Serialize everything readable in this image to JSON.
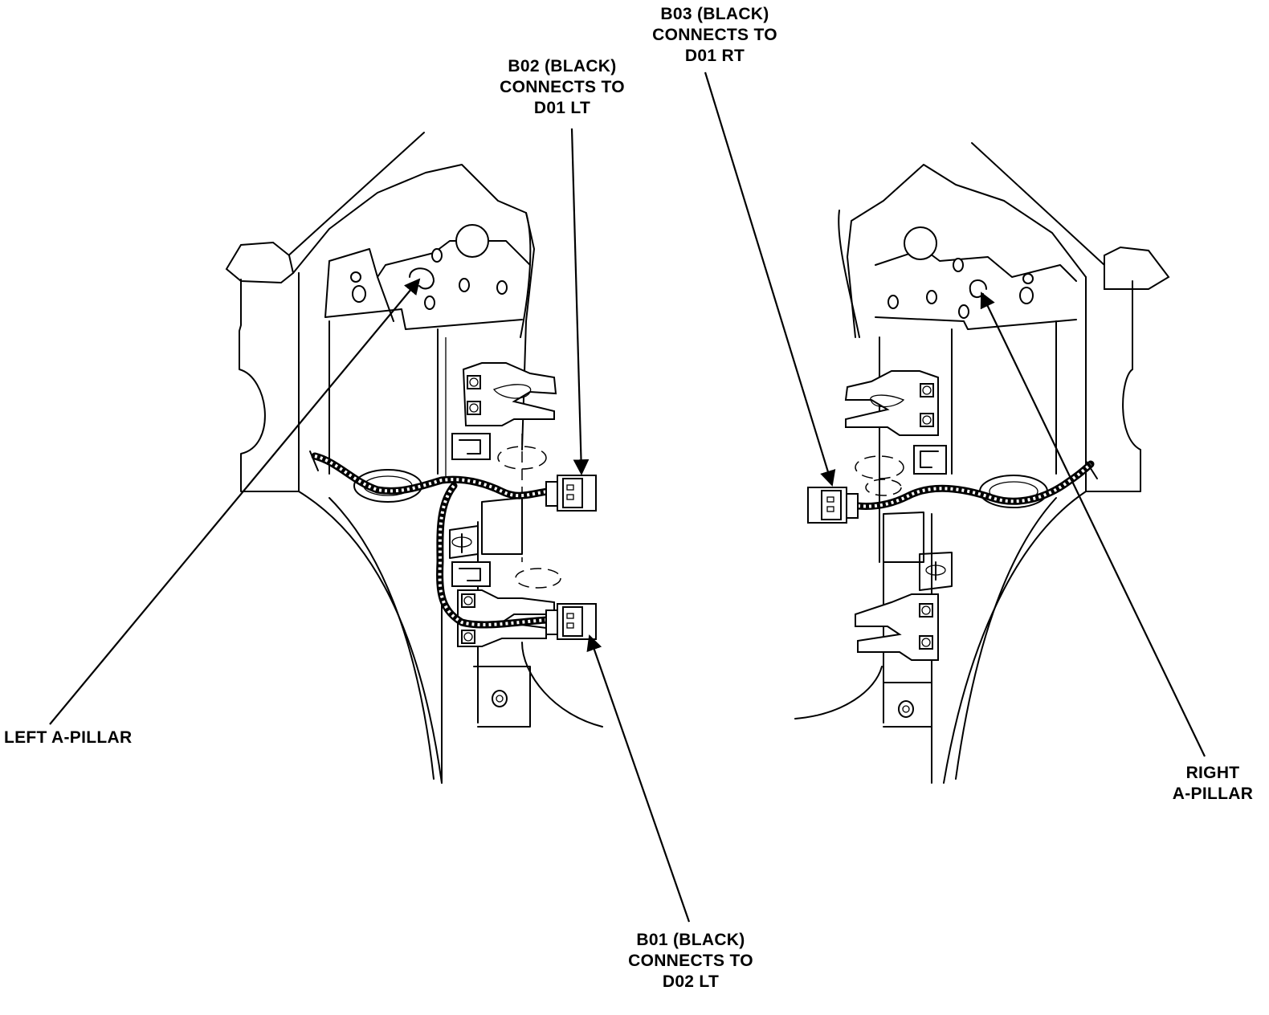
{
  "labels": {
    "b03": [
      "B03 (BLACK)",
      "CONNECTS TO",
      "D01 RT"
    ],
    "b02": [
      "B02 (BLACK)",
      "CONNECTS TO",
      "D01 LT"
    ],
    "b01": [
      "B01 (BLACK)",
      "CONNECTS TO",
      "D02 LT"
    ],
    "left_pillar": [
      "LEFT A-PILLAR"
    ],
    "right_pillar": [
      "RIGHT",
      "A-PILLAR"
    ]
  },
  "colors": {
    "ink": "#000000",
    "paper": "#ffffff"
  }
}
